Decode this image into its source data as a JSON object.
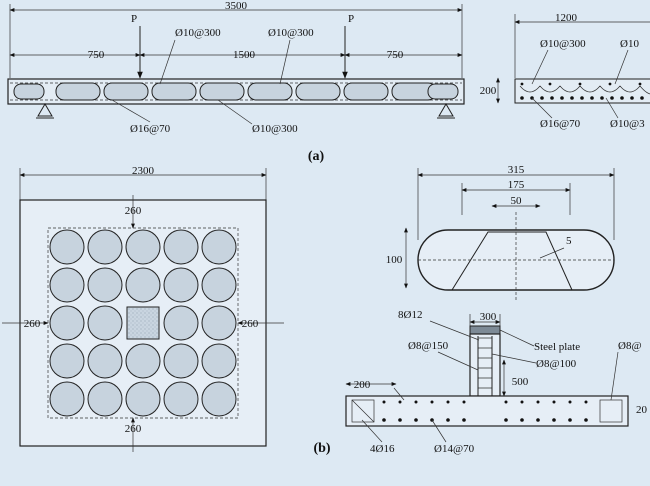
{
  "panel_a": {
    "caption": "(a)",
    "load_label_left": "P",
    "load_label_right": "P",
    "dim_total_length": "3500",
    "dim_span_left": "750",
    "dim_span_mid": "1500",
    "dim_span_right": "750",
    "dim_section_width": "1200",
    "dim_section_height": "200",
    "rebar_top_left": "Ø10@300",
    "rebar_top_right": "Ø10@300",
    "rebar_bottom_left": "Ø16@70",
    "rebar_bottom_right": "Ø10@300",
    "section_top_left": "Ø10@300",
    "section_top_right": "Ø10",
    "section_bottom_left": "Ø16@70",
    "section_bottom_right": "Ø10@3"
  },
  "panel_b": {
    "caption": "(b)",
    "dim_slab_width": "2300",
    "edge_top": "260",
    "edge_left": "260",
    "edge_right": "260",
    "edge_bottom": "260",
    "hoop_width": "315",
    "hoop_inner": "175",
    "hoop_top": "50",
    "hoop_height": "100",
    "hoop_radius": "5",
    "column_width": "300",
    "column_bars": "8Ø12",
    "steel_plate": "Steel plate",
    "col_ties": "Ø8@150",
    "slab_ties": "Ø8@100",
    "column_height": "500",
    "slab_edge_ties": "Ø8@",
    "dim_200": "200",
    "dim_20": "20",
    "bottom_bars": "4Ø16",
    "slab_bars": "Ø14@70"
  }
}
